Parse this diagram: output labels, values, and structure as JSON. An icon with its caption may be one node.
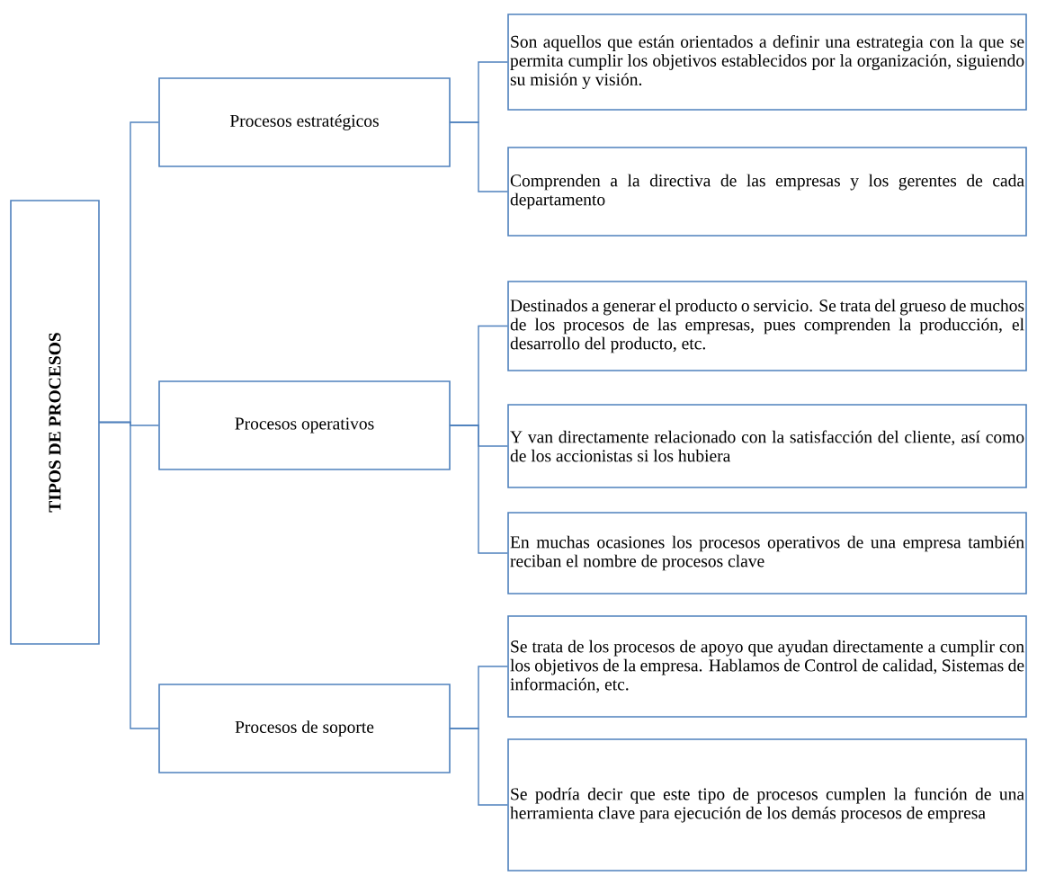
{
  "diagram": {
    "nodes": [
      {
        "text": [
          "TIPOS DE PROCESOS"
        ]
      },
      {
        "text": [
          "Procesos estratégicos"
        ]
      },
      {
        "text": [
          "Procesos operativos"
        ]
      },
      {
        "text": [
          "Procesos de soporte"
        ]
      },
      {
        "text": [
          "Son aquellos que están orientados a definir una estrategia con la que se permita cumplir los objetivos establecidos por la organización, siguiendo su misión y visión."
        ]
      },
      {
        "text": [
          "Comprenden a la directiva de las empresas y los gerentes de cada departamento"
        ]
      },
      {
        "text": [
          "Destinados a generar el producto o servicio. Se trata del grueso de muchos de los procesos de las empresas, pues comprenden la producción, el desarrollo del producto, etc."
        ]
      },
      {
        "text": [
          "Y van directamente relacionado con la satisfacción del cliente, así como de los accionistas si los hubiera"
        ]
      },
      {
        "text": [
          "En muchas ocasiones los procesos operativos de una empresa también reciban el nombre de procesos clave"
        ]
      },
      {
        "text": [
          "Se trata de los procesos de apoyo que ayudan directamente a cumplir con los objetivos de la empresa. Hablamos de Control de calidad, Sistemas de información, etc."
        ]
      },
      {
        "text": [
          "Se podría decir que este tipo de procesos cumplen la función de una herramienta clave para ejecución de los demás procesos de empresa"
        ]
      }
    ],
    "edges": [
      {
        "from": 0,
        "to": 1,
        "arrow": "none"
      },
      {
        "from": 0,
        "to": 2,
        "arrow": "none"
      },
      {
        "from": 0,
        "to": 3,
        "arrow": "none"
      },
      {
        "from": 1,
        "to": 4,
        "arrow": "none"
      },
      {
        "from": 1,
        "to": 5,
        "arrow": "none"
      },
      {
        "from": 2,
        "to": 6,
        "arrow": "none"
      },
      {
        "from": 2,
        "to": 7,
        "arrow": "none"
      },
      {
        "from": 2,
        "to": 8,
        "arrow": "none"
      },
      {
        "from": 3,
        "to": 9,
        "arrow": "none"
      },
      {
        "from": 3,
        "to": 10,
        "arrow": "none"
      }
    ]
  }
}
